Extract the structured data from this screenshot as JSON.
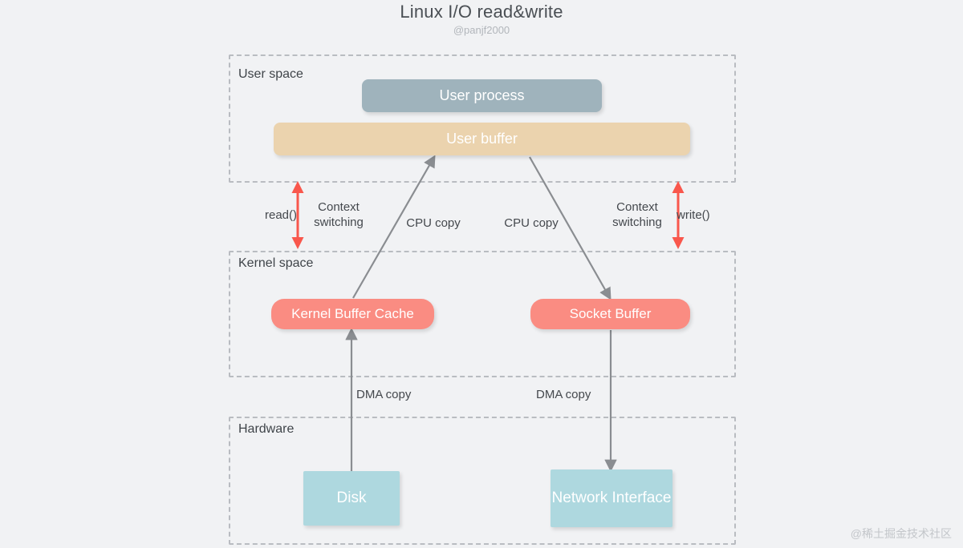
{
  "header": {
    "title": "Linux I/O read&write",
    "subtitle": "@panjf2000"
  },
  "zones": {
    "user_space": "User space",
    "kernel_space": "Kernel space",
    "hardware": "Hardware"
  },
  "nodes": {
    "user_process": "User process",
    "user_buffer": "User buffer",
    "kernel_buffer_cache": "Kernel Buffer Cache",
    "socket_buffer": "Socket Buffer",
    "disk": "Disk",
    "network_interface": "Network Interface"
  },
  "edge_labels": {
    "read_syscall": "read()",
    "context_switch_left": "Context\nswitching",
    "cpu_copy_left": "CPU copy",
    "cpu_copy_right": "CPU copy",
    "context_switch_right": "Context\nswitching",
    "write_syscall": "write()",
    "dma_copy_left": "DMA copy",
    "dma_copy_right": "DMA copy"
  },
  "watermark": "@稀土掘金技术社区",
  "colors": {
    "background": "#f1f2f4",
    "user_process": "#9fb3bc",
    "user_buffer": "#ebd3ae",
    "kernel_buffer": "#fa8c82",
    "hardware_node": "#aed8df",
    "arrow_gray": "#8a8d91",
    "arrow_red": "#f9574c",
    "zone_border": "#b9bcc1"
  }
}
